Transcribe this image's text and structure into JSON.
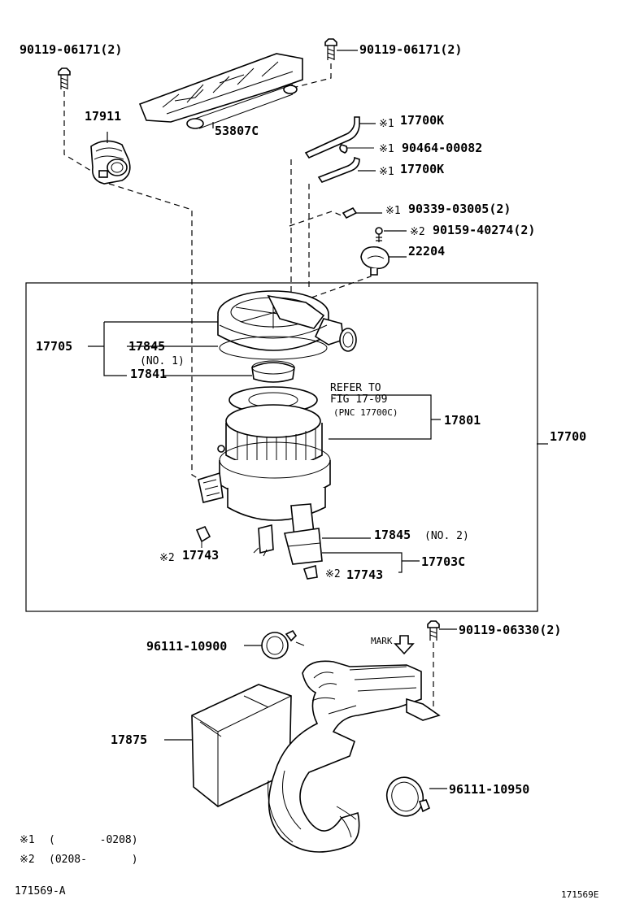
{
  "labels": {
    "bolt_left": "90119-06171(2)",
    "bolt_right": "90119-06171(2)",
    "p17911": "17911",
    "p53807c": "53807C",
    "mark1_a": "※1",
    "p17700k_a": "17700K",
    "mark1_b": "※1",
    "p90464": "90464-00082",
    "mark1_c": "※1",
    "p17700k_b": "17700K",
    "mark1_d": "※1",
    "p90339": "90339-03005(2)",
    "mark2_a": "※2",
    "p90159": "90159-40274(2)",
    "p22204": "22204",
    "p17705": "17705",
    "p17845": "17845",
    "no1": "(NO. 1)",
    "p17841": "17841",
    "refer1": "REFER TO",
    "refer2": "FIG 17-09",
    "refer3": "(PNC 17700C)",
    "p17801": "17801",
    "p17700": "17700",
    "p17845_2": "17845",
    "no2": "(NO. 2)",
    "mark2_b": "※2",
    "p17743_a": "17743",
    "p17703c": "17703C",
    "mark2_c": "※2",
    "p17743_b": "17743",
    "p96111_900": "96111-10900",
    "mark_word": "MARK",
    "p90119_06330": "90119-06330(2)",
    "p17875": "17875",
    "p96111_950": "96111-10950",
    "fn1_mark": "※1",
    "fn1_text": "(       -0208)",
    "fn2_mark": "※2",
    "fn2_text": "(0208-       )",
    "code_left": "171569-A",
    "code_right": "171569E"
  }
}
